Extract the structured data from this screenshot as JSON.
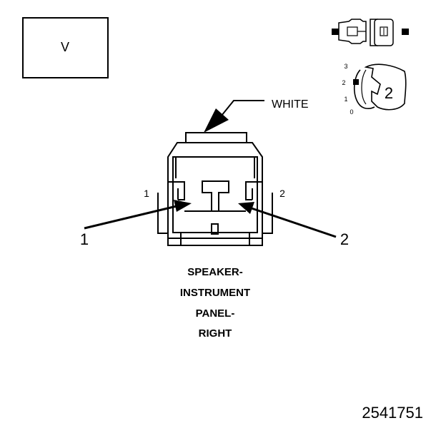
{
  "view_box": {
    "label": "V"
  },
  "wire_color": {
    "label": "WHITE"
  },
  "pin_numbers": {
    "left": "1",
    "right": "2"
  },
  "callouts": {
    "left": "1",
    "right": "2"
  },
  "locator": {
    "label": "2",
    "scale": [
      "3",
      "2",
      "1",
      "0"
    ]
  },
  "connector_name": {
    "line1": "SPEAKER-",
    "line2": "INSTRUMENT",
    "line3": "PANEL-",
    "line4": "RIGHT"
  },
  "figure_id": "2541751",
  "colors": {
    "ink": "#000000",
    "paper": "#ffffff"
  }
}
